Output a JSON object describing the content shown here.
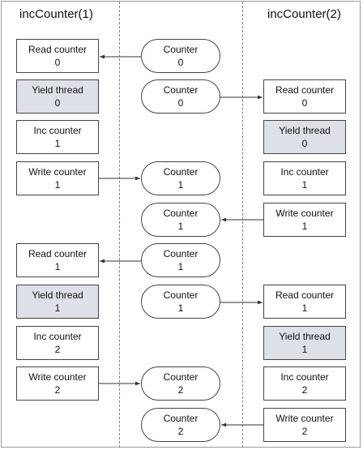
{
  "headers": {
    "left": "incCounter(1)",
    "right": "incCounter(2)"
  },
  "left_steps": [
    {
      "label": "Read counter",
      "value": "0",
      "kind": "op"
    },
    {
      "label": "Yield thread",
      "value": "0",
      "kind": "yield"
    },
    {
      "label": "Inc counter",
      "value": "1",
      "kind": "op"
    },
    {
      "label": "Write counter",
      "value": "1",
      "kind": "op"
    },
    {
      "label": "Read counter",
      "value": "1",
      "kind": "op"
    },
    {
      "label": "Yield thread",
      "value": "1",
      "kind": "yield"
    },
    {
      "label": "Inc counter",
      "value": "2",
      "kind": "op"
    },
    {
      "label": "Write counter",
      "value": "2",
      "kind": "op"
    }
  ],
  "counter_states": [
    {
      "label": "Counter",
      "value": "0"
    },
    {
      "label": "Counter",
      "value": "0"
    },
    {
      "label": "Counter",
      "value": "1"
    },
    {
      "label": "Counter",
      "value": "1"
    },
    {
      "label": "Counter",
      "value": "1"
    },
    {
      "label": "Counter",
      "value": "1"
    },
    {
      "label": "Counter",
      "value": "2"
    },
    {
      "label": "Counter",
      "value": "2"
    }
  ],
  "right_steps": [
    {
      "label": "Read counter",
      "value": "0",
      "kind": "op"
    },
    {
      "label": "Yield thread",
      "value": "0",
      "kind": "yield"
    },
    {
      "label": "Inc counter",
      "value": "1",
      "kind": "op"
    },
    {
      "label": "Write counter",
      "value": "1",
      "kind": "op"
    },
    {
      "label": "Read counter",
      "value": "1",
      "kind": "op"
    },
    {
      "label": "Yield thread",
      "value": "1",
      "kind": "yield"
    },
    {
      "label": "Inc counter",
      "value": "2",
      "kind": "op"
    },
    {
      "label": "Write counter",
      "value": "2",
      "kind": "op"
    }
  ],
  "colors": {
    "yield_fill": "#dde1e7",
    "box_border": "#444444",
    "arrow": "#333333"
  }
}
